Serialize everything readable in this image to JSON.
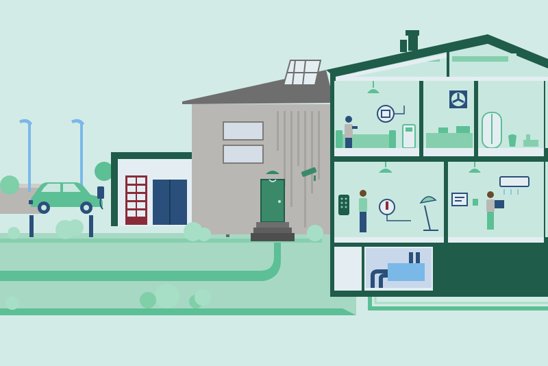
{
  "scene": {
    "subject": "smart-home",
    "rooms": [
      "attic",
      "living-room",
      "kitchen",
      "bathroom",
      "hallway",
      "bedroom",
      "basement"
    ],
    "devices": [
      {
        "room": "living-room",
        "icon": "smart-radiator-icon"
      },
      {
        "room": "kitchen",
        "icon": "ventilation-fan-icon"
      },
      {
        "room": "hallway",
        "icon": "smart-remote-icon"
      },
      {
        "room": "hallway",
        "icon": "smart-thermostat-icon"
      },
      {
        "room": "bedroom",
        "icon": "air-conditioner-icon"
      },
      {
        "room": "bedroom",
        "icon": "smart-panel-icon"
      },
      {
        "room": "garage",
        "icon": "ev-charger-icon"
      },
      {
        "room": "house",
        "icon": "security-camera-icon"
      },
      {
        "room": "roof",
        "icon": "solar-panel-icon"
      }
    ]
  },
  "colors": {
    "sky": "#d3ebe6",
    "roof_dark": "#1f5c49",
    "room_fill": "#c8e8df",
    "accent": "#5cbf95",
    "wall_grey": "#b9b7b4",
    "door_green": "#3a8a6a",
    "pipe_blue": "#2a4f7a"
  }
}
